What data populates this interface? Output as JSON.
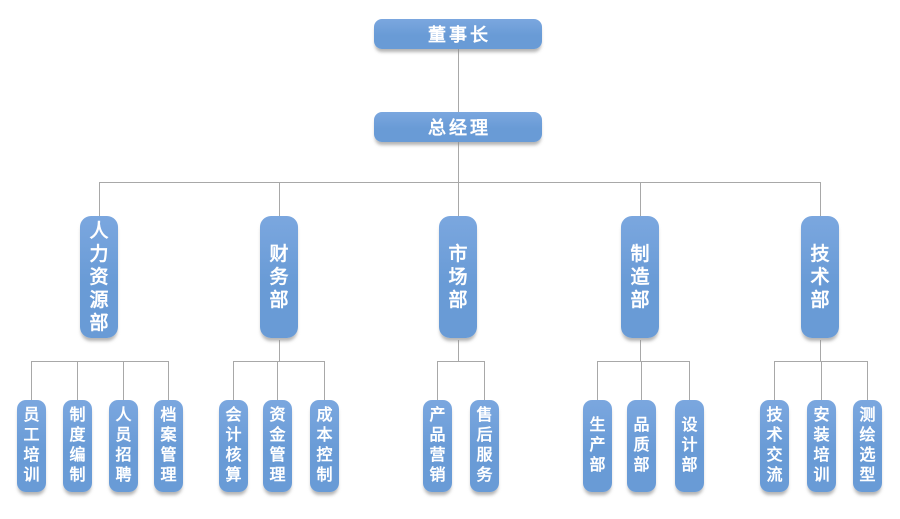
{
  "org_chart": {
    "chairman": {
      "label": "董事长"
    },
    "general_manager": {
      "label": "总经理"
    },
    "departments": [
      {
        "label": "人力资源部",
        "children": [
          "员工培训",
          "制度编制",
          "人员招聘",
          "档案管理"
        ]
      },
      {
        "label": "财务部",
        "children": [
          "会计核算",
          "资金管理",
          "成本控制"
        ]
      },
      {
        "label": "市场部",
        "children": [
          "产品营销",
          "售后服务"
        ]
      },
      {
        "label": "制造部",
        "children": [
          "生产部",
          "品质部",
          "设计部"
        ]
      },
      {
        "label": "技术部",
        "children": [
          "技术交流",
          "安装培训",
          "测绘选型"
        ]
      }
    ],
    "colors": {
      "node_fill": "#699BD6",
      "node_fill_light": "#7BA7DF",
      "node_text": "#FFFFFF",
      "connector": "#A8A8A8",
      "background": "#FFFFFF"
    }
  }
}
